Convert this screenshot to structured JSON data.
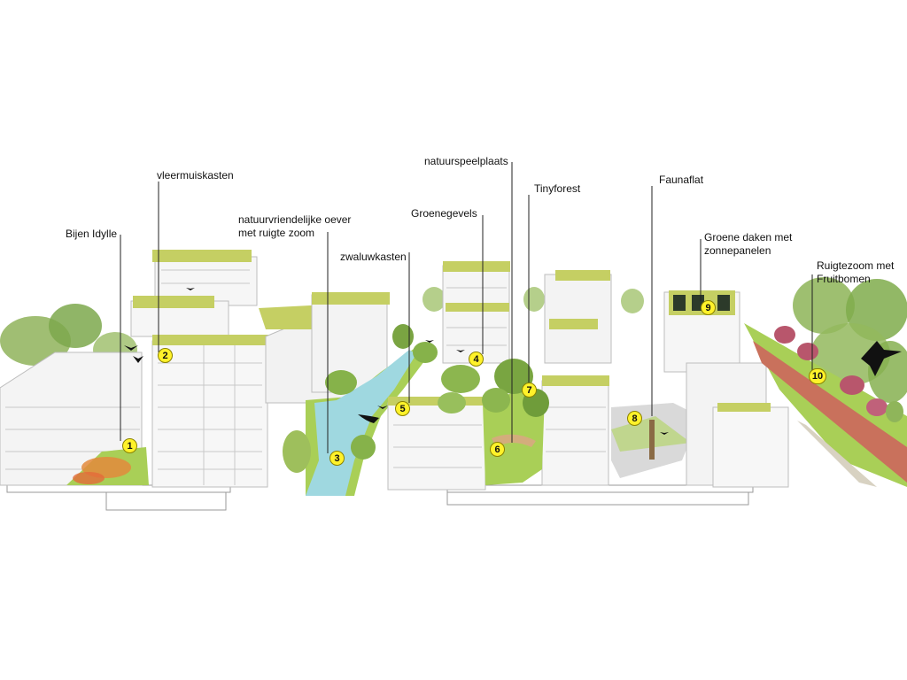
{
  "labels": [
    {
      "id": "1",
      "text": "Bijen Idylle"
    },
    {
      "id": "2",
      "text": "vleermuiskasten"
    },
    {
      "id": "3",
      "text": "natuurvriendelijke oever\nmet ruigte zoom"
    },
    {
      "id": "4",
      "text": "Groenegevels"
    },
    {
      "id": "5",
      "text": "zwaluwkasten"
    },
    {
      "id": "6",
      "text": "natuurspeelplaats"
    },
    {
      "id": "7",
      "text": "Tinyforest"
    },
    {
      "id": "8",
      "text": "Faunaflat"
    },
    {
      "id": "9",
      "text": "Groene daken met\nzonnepanelen"
    },
    {
      "id": "10",
      "text": "Ruigtezoom met\nFruitbomen"
    }
  ],
  "markers": [
    "1",
    "2",
    "3",
    "4",
    "5",
    "6",
    "7",
    "8",
    "9",
    "10"
  ],
  "colors": {
    "marker_fill": "#fff22a",
    "green_roof": "#c5cf63",
    "water": "#9fd8e0",
    "grass": "#a9cf57",
    "trees": "#86b24a",
    "building": "#f4f4f4",
    "path": "#d3ad7c",
    "fruit_trees": "#b8566c"
  }
}
